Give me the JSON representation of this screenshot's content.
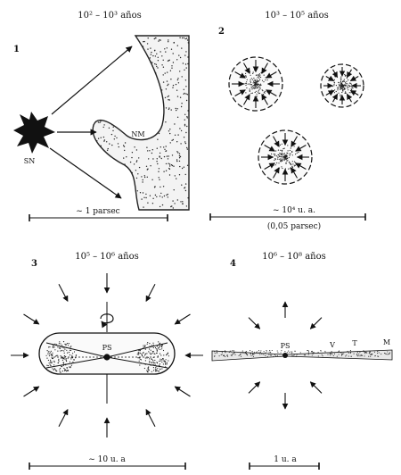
{
  "panels": [
    {
      "number": "1",
      "title": "10² – 10³ años",
      "scale": "~ 1 parsec",
      "labels": {
        "sn": "SN",
        "nm": "NM"
      }
    },
    {
      "number": "2",
      "title": "10³ – 10⁵ años",
      "scale": "~ 10⁴ u. a.",
      "scale_note": "(0,05 parsec)"
    },
    {
      "number": "3",
      "title": "10⁵ – 10⁶ años",
      "scale": "~ 10 u. a",
      "labels": {
        "ps": "PS"
      }
    },
    {
      "number": "4",
      "title": "10⁶ – 10⁸ años",
      "scale": "1 u. a",
      "labels": {
        "ps": "PS",
        "v": "V",
        "t": "T",
        "m": "M"
      }
    }
  ],
  "colors": {
    "ink": "#111111",
    "paper": "#ffffff"
  }
}
